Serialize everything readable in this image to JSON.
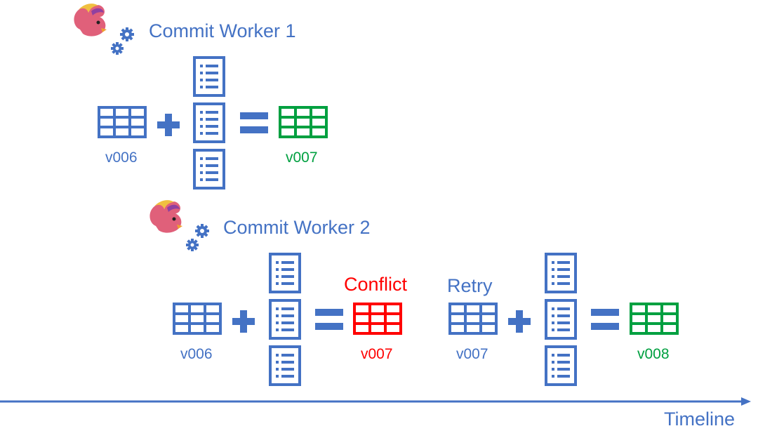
{
  "workers": [
    {
      "title": "Commit Worker 1",
      "base_version": "v006",
      "result_version": "v007"
    },
    {
      "title": "Commit Worker 2",
      "base_version": "v006",
      "conflict_label": "Conflict",
      "conflict_version": "v007",
      "retry_label": "Retry",
      "retry_base_version": "v007",
      "result_version": "v008"
    }
  ],
  "timeline": {
    "label": "Timeline"
  },
  "colors": {
    "primary": "#4472C4",
    "success": "#00A040",
    "conflict": "#FF0000",
    "mascot": "#E0607A"
  },
  "icons": [
    "squirrel-mascot",
    "gears-icon",
    "table-icon",
    "manifest-file-icon",
    "plus-icon",
    "equals-icon"
  ]
}
